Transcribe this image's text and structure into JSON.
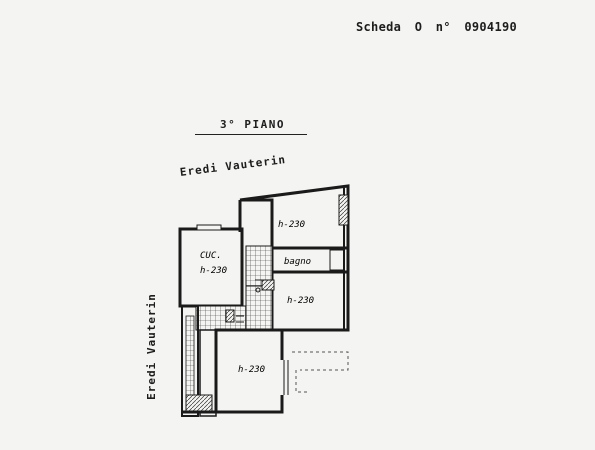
{
  "header": {
    "scheda_label": "Scheda",
    "scheda_letter": "O",
    "number_label": "n°",
    "number_value": "0904190"
  },
  "floor": {
    "title": "3° PIANO"
  },
  "neighbors": {
    "top": "Eredi Vauterin",
    "left": "Eredi Vauterin"
  },
  "rooms": {
    "kitchen_label": "CUC.",
    "kitchen_height": "h-230",
    "room_top_height": "h-230",
    "bath_label": "bagno",
    "room_mid_height": "h-230",
    "room_bottom_height": "h-230"
  }
}
